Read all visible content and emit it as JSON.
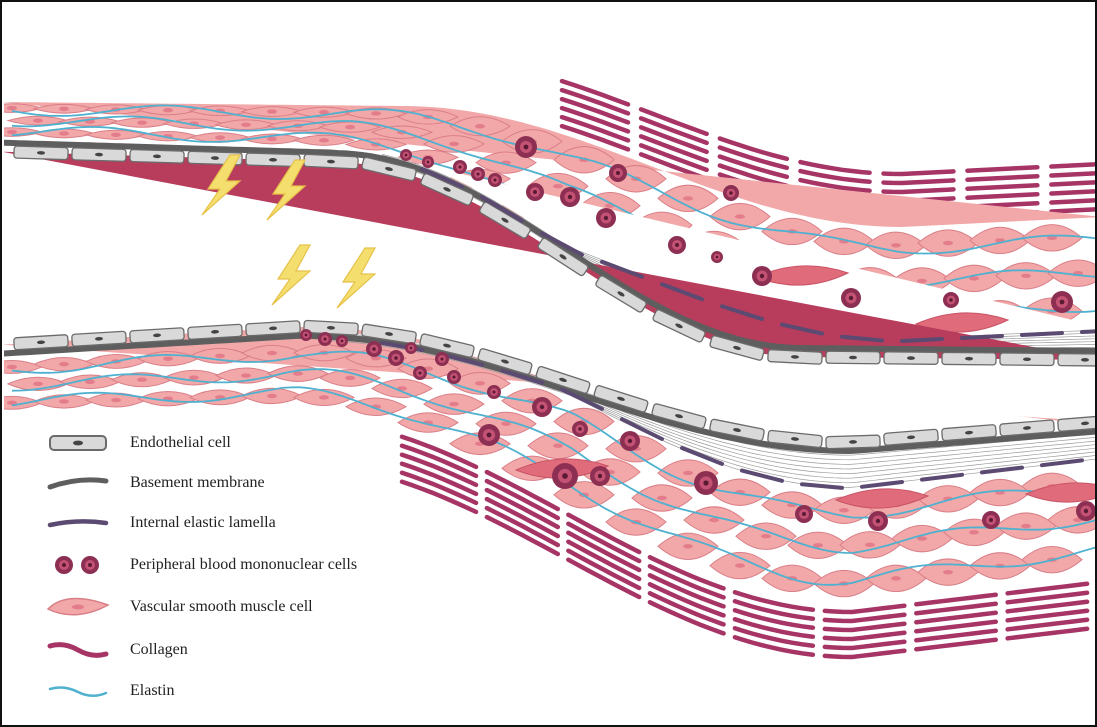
{
  "legend": {
    "items": [
      {
        "key": "endothelial",
        "label": "Endothelial cell"
      },
      {
        "key": "basement",
        "label": "Basement membrane"
      },
      {
        "key": "iel",
        "label": "Internal elastic lamella"
      },
      {
        "key": "pbmc",
        "label": "Peripheral blood mononuclear cells"
      },
      {
        "key": "vsmc",
        "label": "Vascular smooth muscle cell"
      },
      {
        "key": "collagen",
        "label": "Collagen"
      },
      {
        "key": "elastin",
        "label": "Elastin"
      }
    ]
  },
  "colors": {
    "lumen": "#b83c5c",
    "endothelial_fill": "#d9d9d9",
    "endothelial_stroke": "#6b6b6b",
    "basement": "#5e5e5e",
    "iel": "#5b4a72",
    "pbmc_outer": "#8c2f52",
    "pbmc_inner": "#c45274",
    "vsmc_fill": "#f2a8a8",
    "vsmc_stroke": "#d97f88",
    "vsmc_nucleus": "#e37d8c",
    "collagen": "#a63565",
    "elastin": "#4fb1cf",
    "fiber": "#9b9b9b",
    "lightning": "#f4df6e",
    "lightning_shade": "#e6c24a"
  },
  "icons": {
    "damage": "lightning-bolt-icon"
  }
}
